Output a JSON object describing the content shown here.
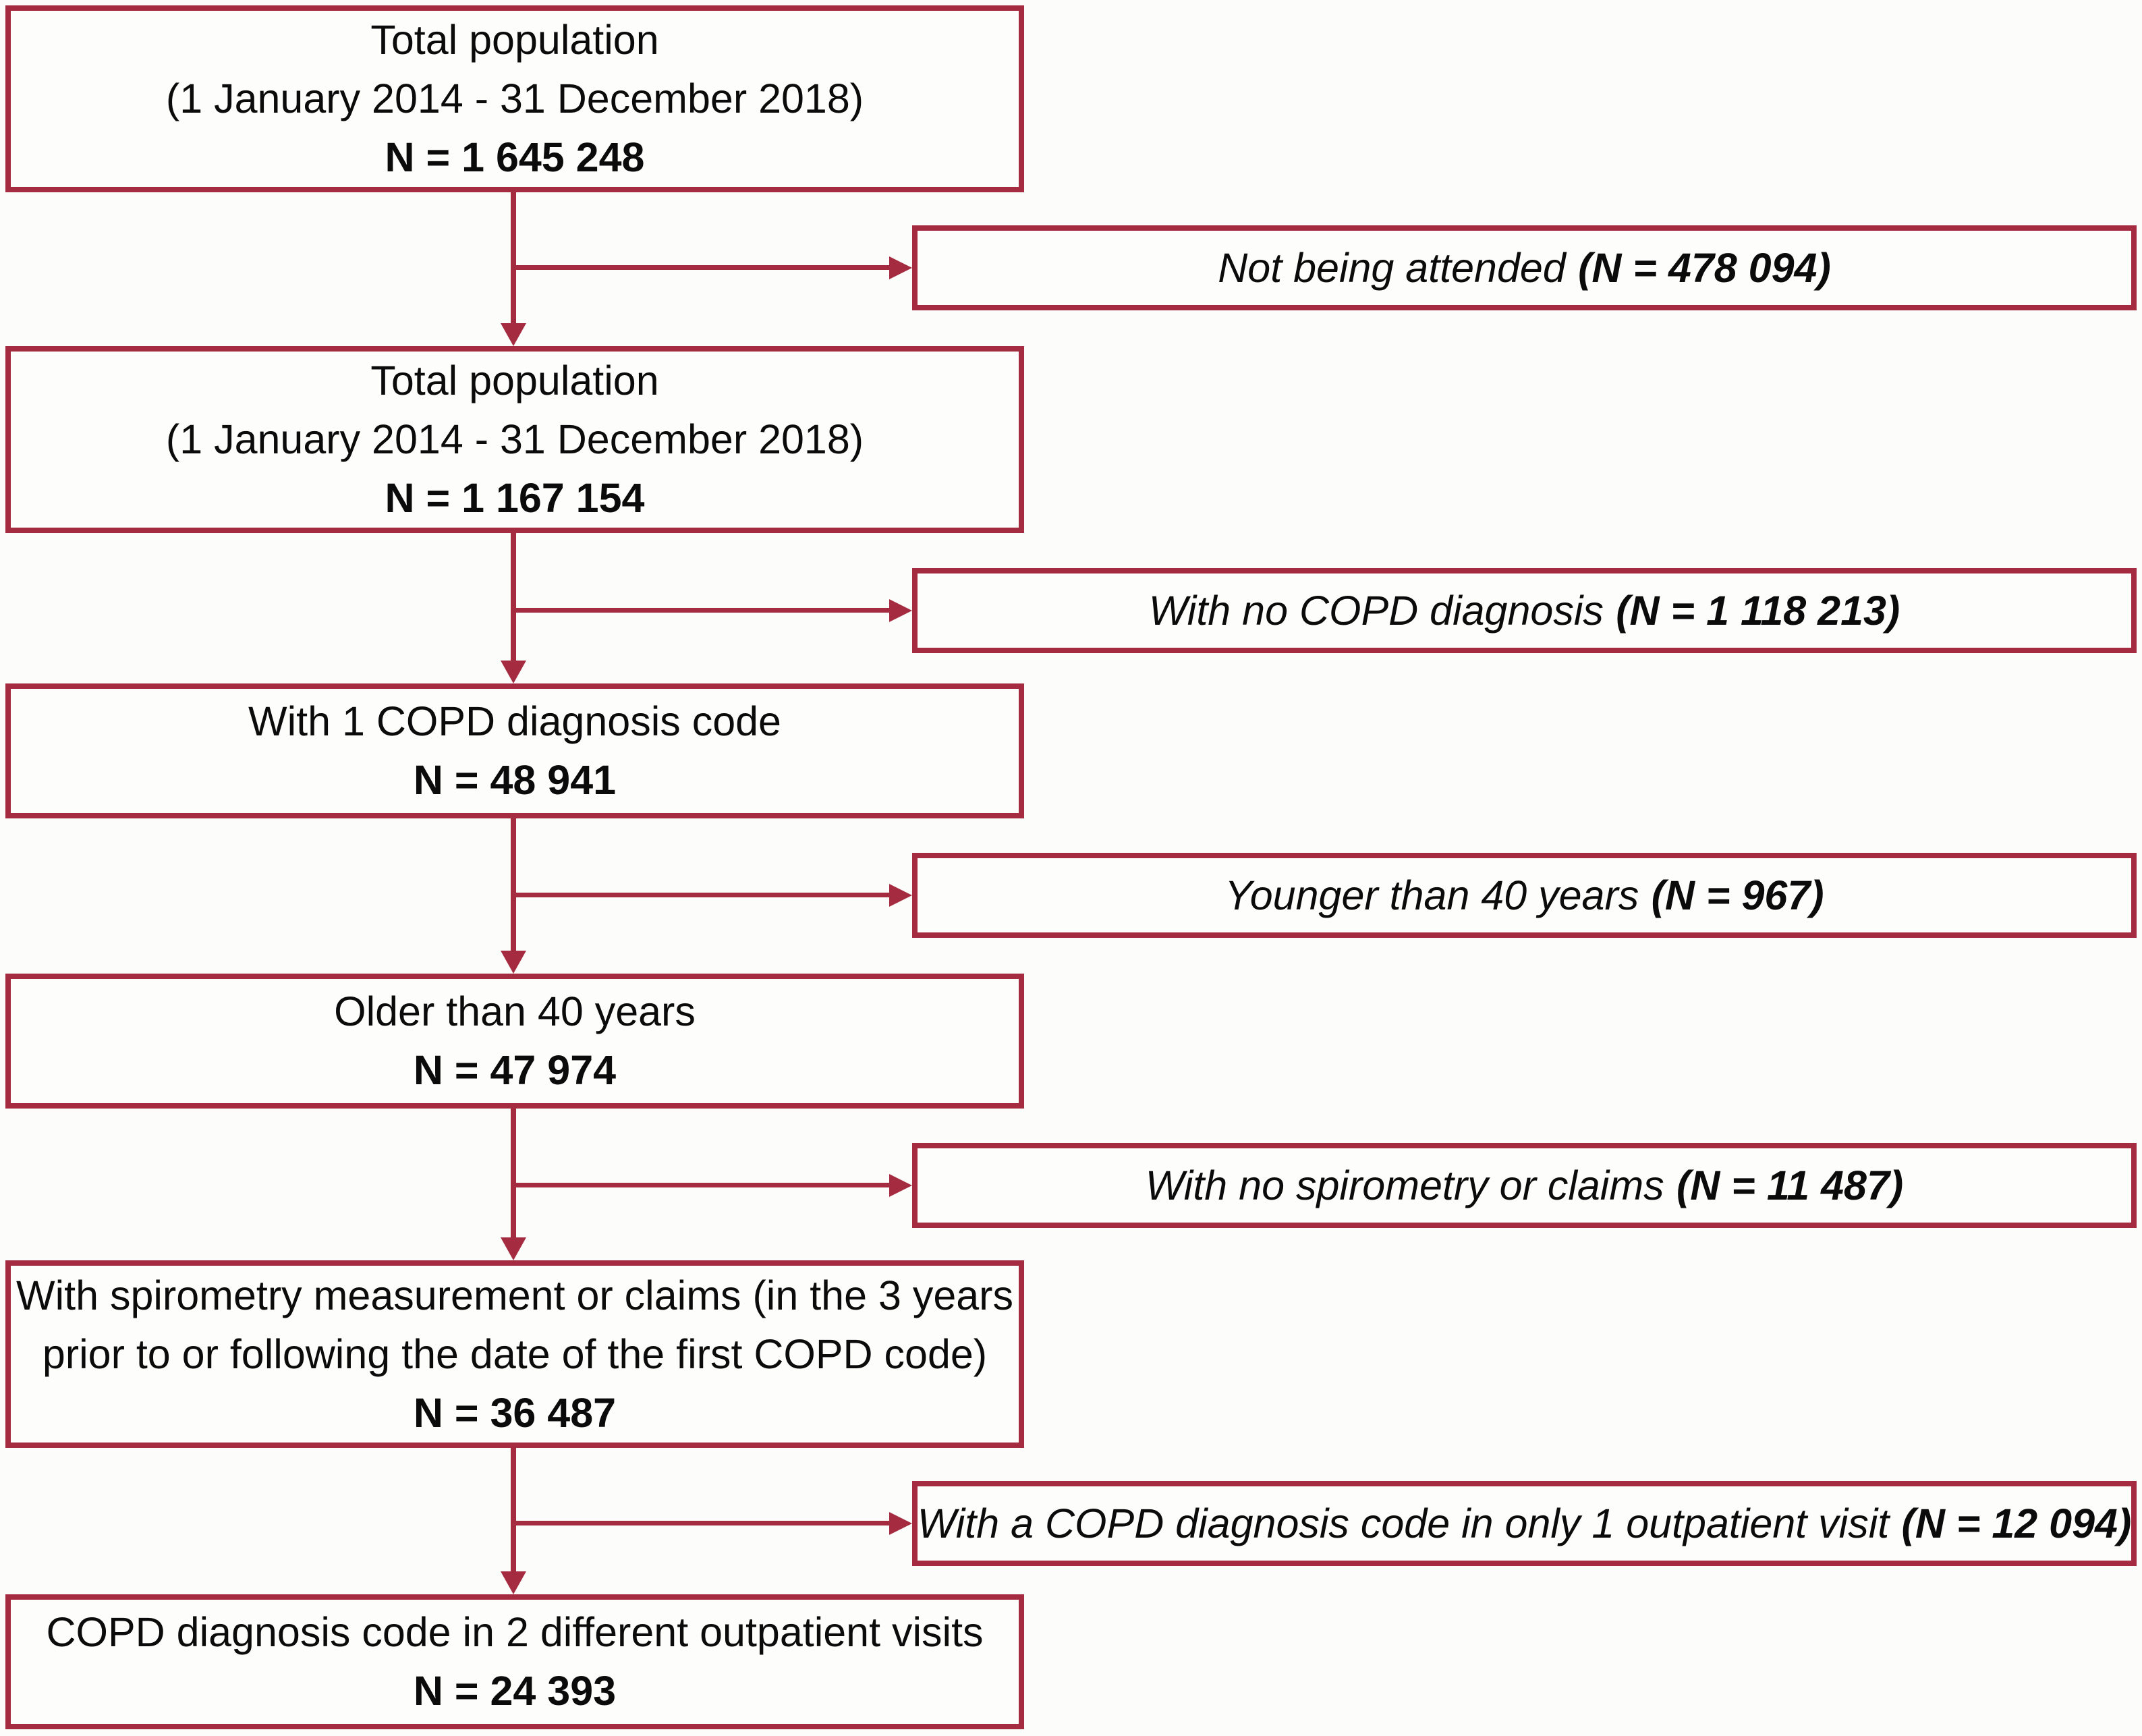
{
  "colors": {
    "line_and_border": "#A52B40",
    "text": "#0B0B0B",
    "background": "#FCFCFB"
  },
  "main_boxes": [
    {
      "lines": [
        "Total population",
        "(1 January 2014 - 31 December 2018)"
      ],
      "n_label": "N = 1 645 248"
    },
    {
      "lines": [
        "Total population",
        "(1 January 2014 - 31 December 2018)"
      ],
      "n_label": "N = 1 167 154"
    },
    {
      "lines": [
        "With 1 COPD diagnosis code"
      ],
      "n_label": "N = 48 941"
    },
    {
      "lines": [
        "Older than 40 years"
      ],
      "n_label": "N = 47 974"
    },
    {
      "lines": [
        "With spirometry measurement or claims (in the 3 years",
        "prior to or following the date of the first COPD code)"
      ],
      "n_label": "N = 36 487"
    },
    {
      "lines": [
        "COPD diagnosis code in 2 different outpatient visits"
      ],
      "n_label": "N = 24 393"
    }
  ],
  "exclusion_boxes": [
    {
      "text": "Not being attended",
      "n_label": "(N = 478 094)"
    },
    {
      "text": "With no COPD diagnosis",
      "n_label": "(N = 1 118 213)"
    },
    {
      "text": "Younger than 40 years",
      "n_label": "(N = 967)"
    },
    {
      "text": "With no spirometry or claims",
      "n_label": "(N = 11 487)"
    },
    {
      "text": "With a COPD diagnosis code in only 1 outpatient visit",
      "n_label": "(N = 12 094)"
    }
  ]
}
